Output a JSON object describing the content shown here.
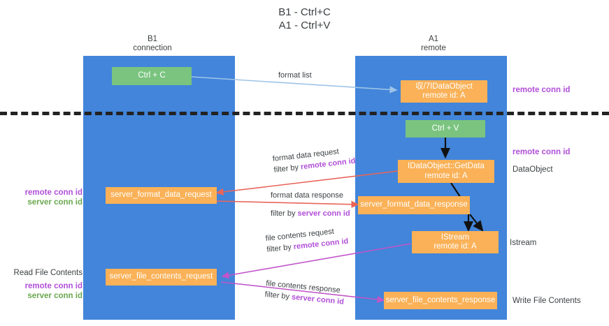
{
  "title": "B1 - Ctrl+C\nA1 - Ctrl+V",
  "columns": [
    {
      "name": "column-b1",
      "label": "B1\nconnection"
    },
    {
      "name": "column-a1",
      "label": "A1\nremote"
    }
  ],
  "boxes": {
    "ctrl_c": "Ctrl + C",
    "idataobject_marshal": "収/7IDataObject\nremote id: A",
    "ctrl_v": "Ctrl + V",
    "idataobject_getdata": "IDataObject::GetData\nremote id: A",
    "server_format_data_request": "server_format_data_request",
    "server_format_data_response": "server_format_data_response",
    "istream": "IStream\nremote id: A",
    "server_file_contents_request": "server_file_contents_request",
    "server_file_contents_response": "server_file_contents_response"
  },
  "edges": {
    "format_list": "format list",
    "format_data_request": {
      "line1": "format data request",
      "filter_prefix": "filter by ",
      "filter_key": "remote conn id"
    },
    "format_data_response": {
      "line1": "format data response",
      "filter_prefix": "filter by ",
      "filter_key": "server conn id"
    },
    "file_contents_request": {
      "line1": "file contents request",
      "filter_prefix": "filter by ",
      "filter_key": "remote conn id"
    },
    "file_contents_response": {
      "line1": "file contents response",
      "filter_prefix": "filter by ",
      "filter_key": "server conn id"
    }
  },
  "side_labels": {
    "remote_conn_id_top": "remote conn id",
    "remote_conn_id_mid": "remote conn id",
    "dataobject": "DataObject",
    "istream": "Istream",
    "write_file_contents": "Write File Contents",
    "read_file_contents": "Read File Contents",
    "conn_pair_mid": {
      "remote": "remote conn id",
      "server": "server conn id"
    },
    "conn_pair_bottom": {
      "remote": "remote conn id",
      "server": "server conn id"
    }
  },
  "colors": {
    "lane": "#4285da",
    "box_green": "#7ac47f",
    "box_orange": "#fab157",
    "purple": "#b14fd8",
    "green": "#6aa84f",
    "red_arrow": "#e8655a",
    "blue_arrow": "#9fc4e8",
    "magenta_arrow": "#c155c9",
    "black_arrow": "#111111",
    "text": "#3c4043"
  }
}
